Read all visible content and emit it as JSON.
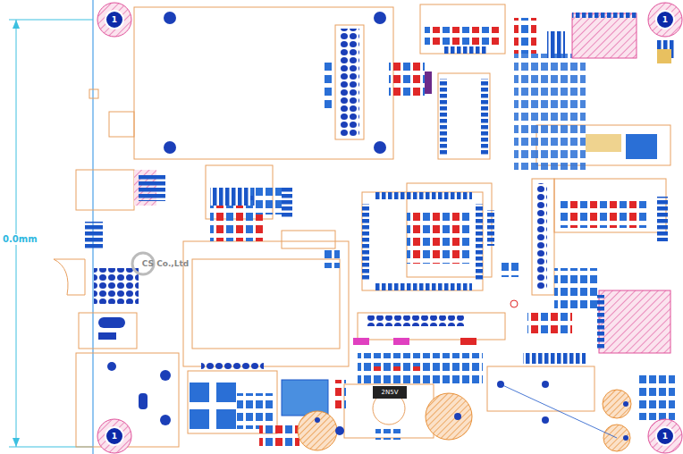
{
  "diagram": {
    "labels": [
      "0.0mm",
      "1",
      "1",
      "1",
      "1",
      "CS Co.,Ltd",
      "2N5V"
    ]
  }
}
